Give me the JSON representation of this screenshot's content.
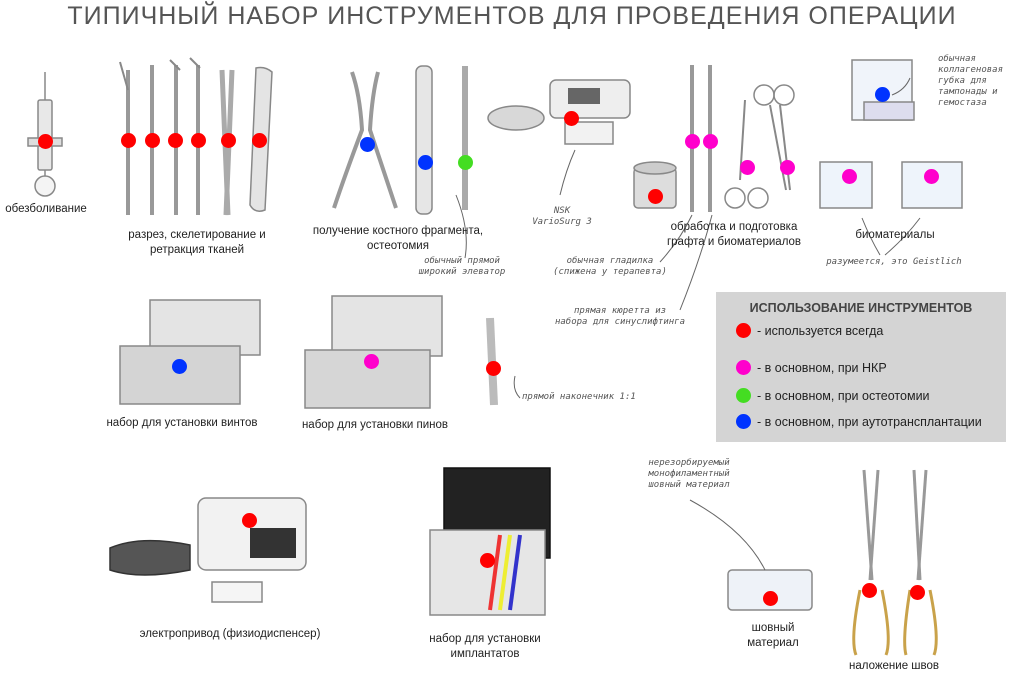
{
  "title": "ТИПИЧНЫЙ НАБОР ИНСТРУМЕНТОВ ДЛЯ ПРОВЕДЕНИЯ ОПЕРАЦИИ",
  "labels": {
    "anesthesia": "обезболивание",
    "incision_1": "разрез, скелетирование и",
    "incision_2": "ретракция тканей",
    "bone_1": "получение костного фрагмента,",
    "bone_2": "остеотомия",
    "graft_1": "обработка и подготовка",
    "graft_2": "графта и биоматериалов",
    "biomaterials": "биоматериалы",
    "screws": "набор для установки винтов",
    "pins": "набор для установки пинов",
    "motor": "электропривод (физиодиспенсер)",
    "implants_1": "набор для установки",
    "implants_2": "имплантатов",
    "suture_mat_1": "шовный",
    "suture_mat_2": "материал",
    "suturing": "наложение швов"
  },
  "notes": {
    "collagen_1": "обычная",
    "collagen_2": "коллагеновая",
    "collagen_3": "губка для",
    "collagen_4": "тампонады и",
    "collagen_5": "гемостаза",
    "elevator_1": "обычный прямой",
    "elevator_2": "широкий элеватор",
    "nsk_1": "NSK",
    "nsk_2": "VarioSurg 3",
    "smoother_1": "обычная гладилка",
    "smoother_2": "(спижена у терапевта)",
    "curette_1": "прямая кюретта из",
    "curette_2": "набора для синуслифтинга",
    "geistlich": "разумеется, это Geistlich",
    "handpiece": "прямой наконечник 1:1",
    "monofil_1": "нерезорбируемый",
    "monofil_2": "монофиламентный",
    "monofil_3": "шовный материал"
  },
  "legend": {
    "title": "ИСПОЛЬЗОВАНИЕ ИНСТРУМЕНТОВ",
    "items": [
      {
        "color": "#ff0000",
        "text": "- используется всегда"
      },
      {
        "color": "#ff00cc",
        "text": "- в основном, при НКР"
      },
      {
        "color": "#44dd22",
        "text": "- в основном, при остеотомии"
      },
      {
        "color": "#0033ff",
        "text": "- в основном, при аутотрансплантации"
      }
    ]
  },
  "colors": {
    "always": "#ff0000",
    "nkr": "#ff00cc",
    "osteotomy": "#44dd22",
    "autotransplant": "#0033ff"
  }
}
